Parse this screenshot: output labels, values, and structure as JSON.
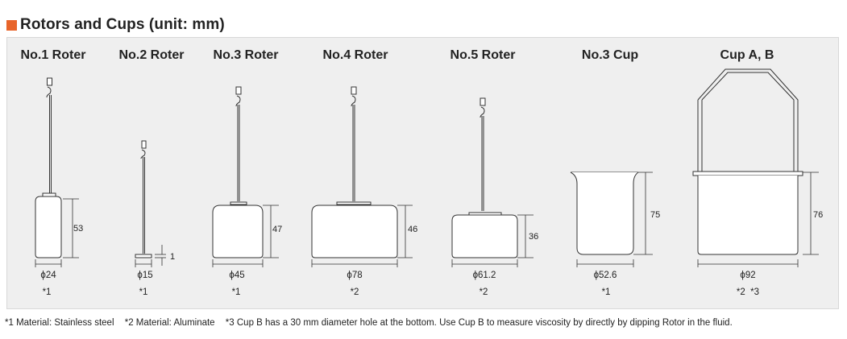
{
  "title": "Rotors and Cups (unit: mm)",
  "items": [
    {
      "name": "No.1 Roter",
      "diameter": "ϕ24",
      "height": "53",
      "material": "*1"
    },
    {
      "name": "No.2 Roter",
      "diameter": "ϕ15",
      "height": "1",
      "material": "*1"
    },
    {
      "name": "No.3 Roter",
      "diameter": "ϕ45",
      "height": "47",
      "material": "*1"
    },
    {
      "name": "No.4 Roter",
      "diameter": "ϕ78",
      "height": "46",
      "material": "*2"
    },
    {
      "name": "No.5 Roter",
      "diameter": "ϕ61.2",
      "height": "36",
      "material": "*2"
    },
    {
      "name": "No.3 Cup",
      "diameter": "ϕ52.6",
      "height": "75",
      "material": "*1"
    },
    {
      "name": "Cup A, B",
      "diameter": "ϕ92",
      "height": "76",
      "material": "*2  *3"
    }
  ],
  "footnotes": [
    "*1   Material: Stainless steel",
    "*2   Material: Aluminate",
    "*3   Cup B has a 30 mm diameter hole at the bottom. Use Cup B to measure viscosity by directly by dipping Rotor in the fluid."
  ],
  "colors": {
    "accent": "#e8642a",
    "panel": "#efefef",
    "part_fill": "#ffffff",
    "line": "#333333"
  }
}
